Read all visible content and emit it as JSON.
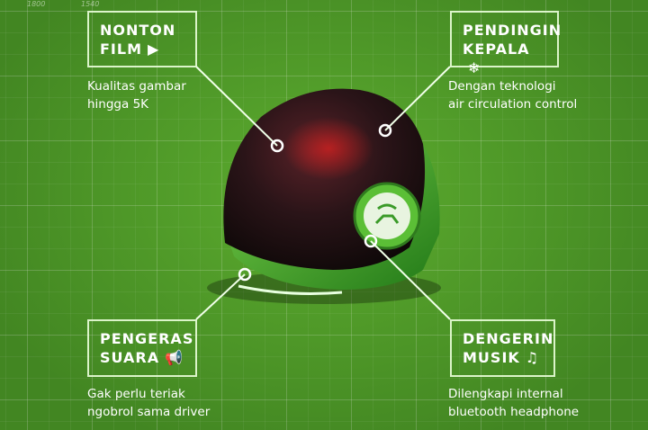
{
  "ruler_labels": [
    "1800",
    "1540"
  ],
  "callouts": [
    {
      "title1": "NONTON",
      "title2": "FILM",
      "icon": "play-circle-icon",
      "desc1": "Kualitas gambar",
      "desc2": "hingga 5K"
    },
    {
      "title1": "PENDINGIN",
      "title2": "KEPALA",
      "icon": "snowflake-icon",
      "desc1": "Dengan teknologi",
      "desc2": "air circulation control"
    },
    {
      "title1": "PENGERAS",
      "title2": "SUARA",
      "icon": "megaphone-icon",
      "desc1": "Gak perlu teriak",
      "desc2": "ngobrol sama driver"
    },
    {
      "title1": "DENGERIN",
      "title2": "MUSIK",
      "icon": "music-note-icon",
      "desc1": "Dilengkapi internal",
      "desc2": "bluetooth headphone"
    }
  ],
  "colors": {
    "background": "#4e9e28",
    "helmet_shell": "#2a1518",
    "helmet_trim": "#3fae2a"
  }
}
